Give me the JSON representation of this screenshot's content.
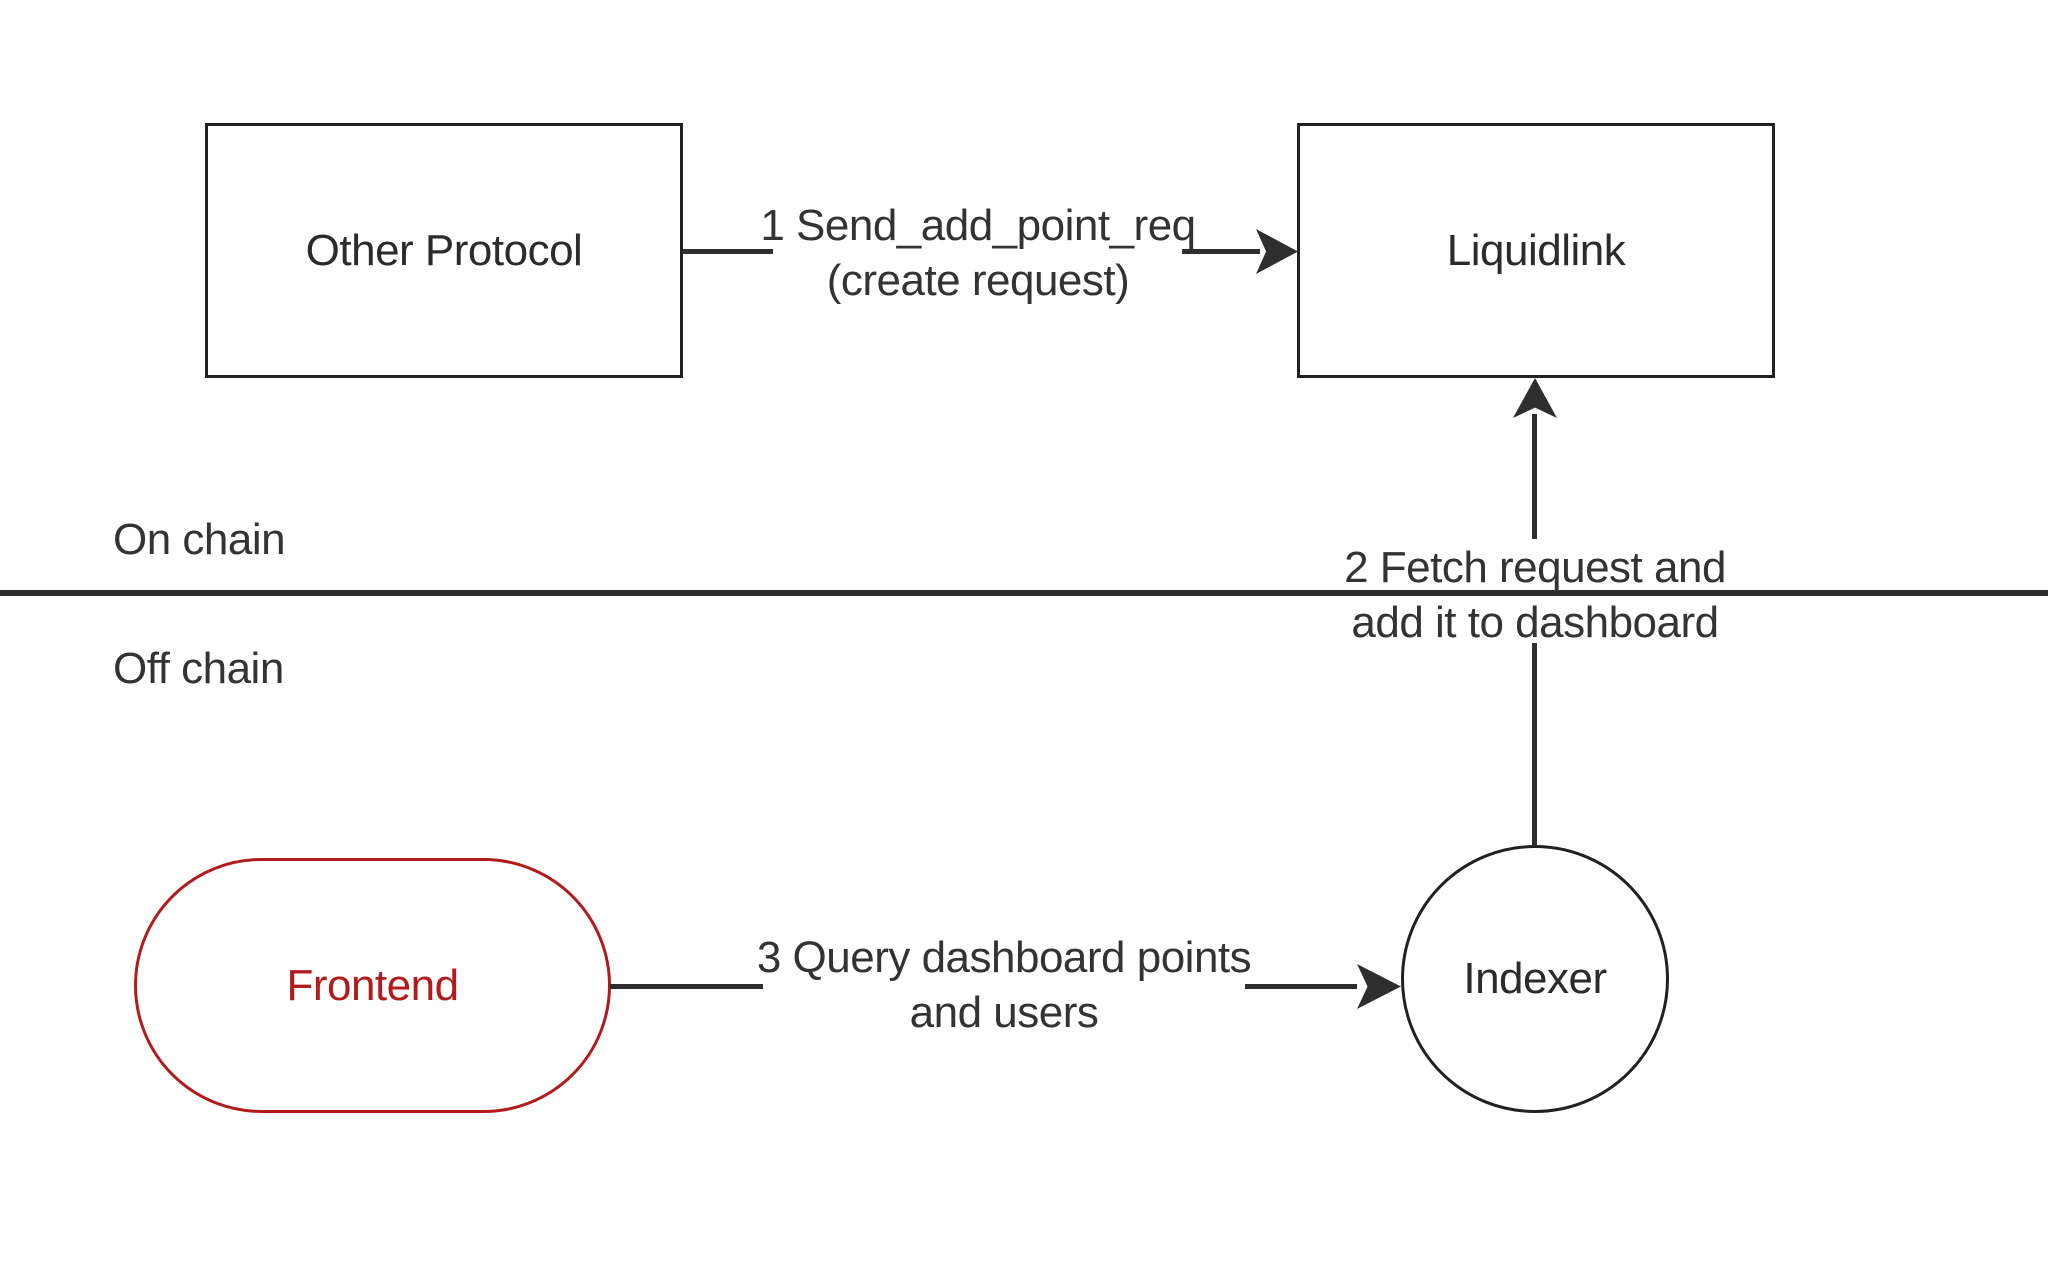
{
  "colors": {
    "background": "#ffffff",
    "line_stroke": "#2e2e2e",
    "node_border": "#212121",
    "label_text": "#333333",
    "accent_red": "#b21b1b"
  },
  "zones": {
    "on_chain_label": "On chain",
    "off_chain_label": "Off chain"
  },
  "nodes": {
    "other_protocol": {
      "label": "Other Protocol",
      "shape": "rectangle"
    },
    "liquidlink": {
      "label": "Liquidlink",
      "shape": "rectangle"
    },
    "frontend": {
      "label": "Frontend",
      "shape": "stadium"
    },
    "indexer": {
      "label": "Indexer",
      "shape": "circle"
    }
  },
  "edges": {
    "edge1": {
      "from": "other_protocol",
      "to": "liquidlink",
      "label_lines": [
        "1 Send_add_point_req",
        "(create request)"
      ]
    },
    "edge2": {
      "from": "indexer",
      "to": "liquidlink",
      "label_lines": [
        "2 Fetch request and",
        "add it to dashboard"
      ]
    },
    "edge3": {
      "from": "frontend",
      "to": "indexer",
      "label_lines": [
        "3 Query dashboard points",
        "and users"
      ]
    }
  }
}
